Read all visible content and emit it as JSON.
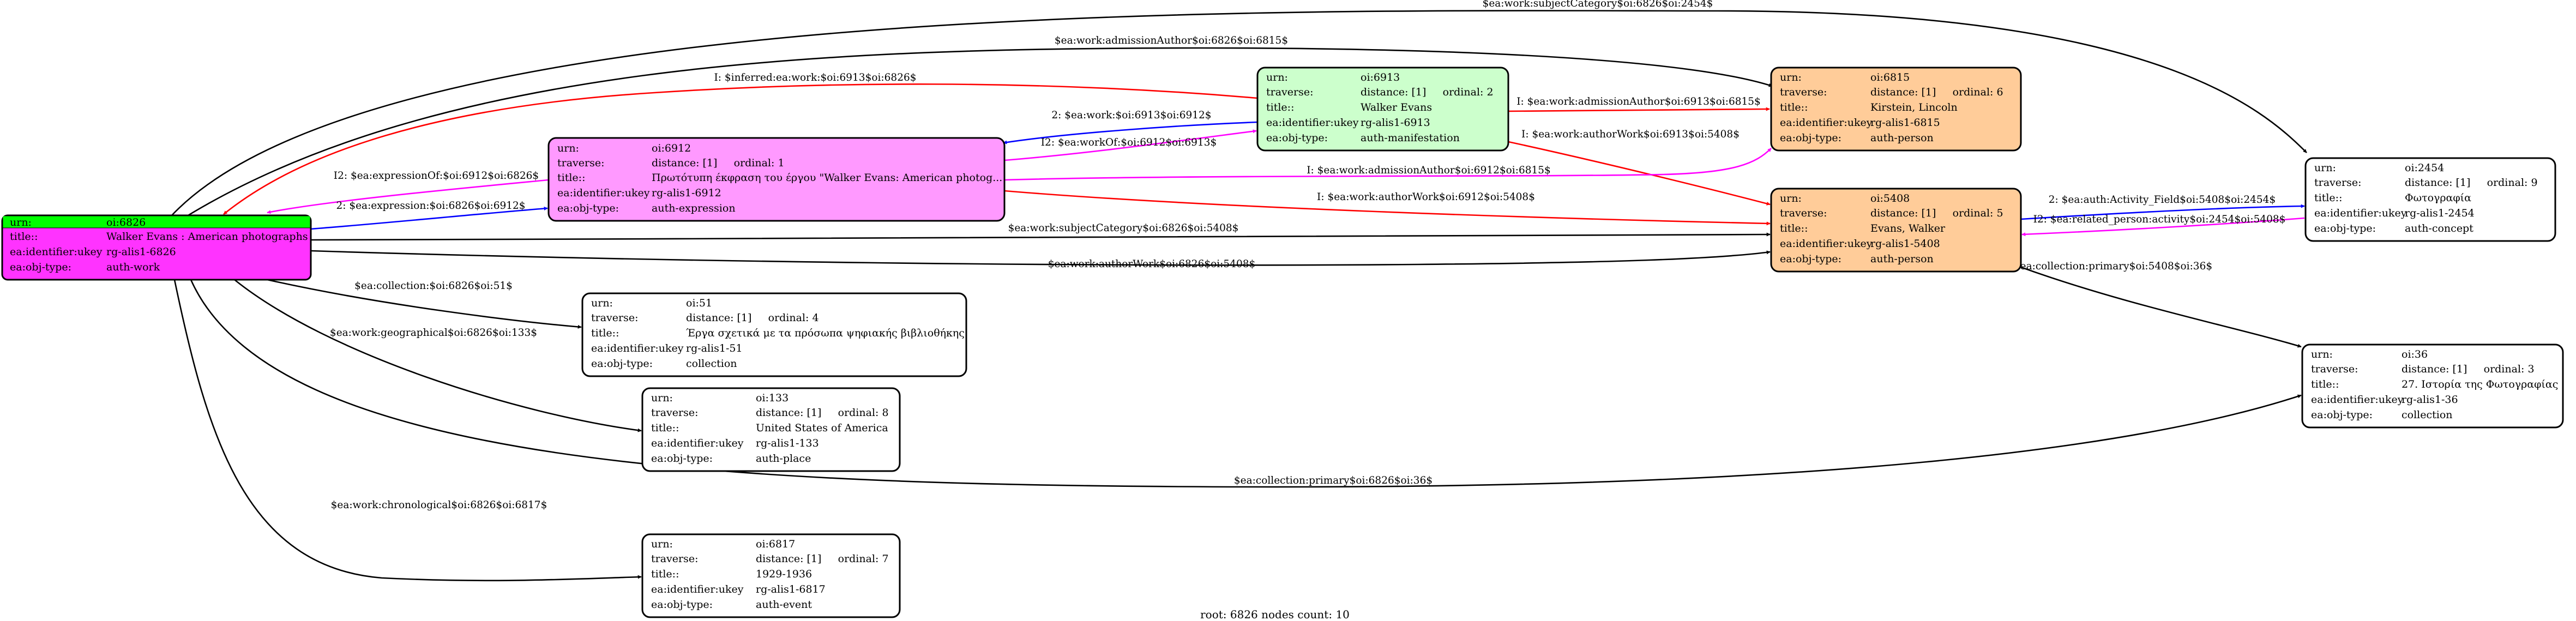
{
  "colors": {
    "root_fill": "#ff33ff",
    "root_header": "#00ff00",
    "expression_fill": "#ff99ff",
    "manifestation_fill": "#ccffcc",
    "person_fill": "#ffcc99",
    "plain_fill": "#ffffff",
    "edge_black": "#000000",
    "edge_red": "#ff0000",
    "edge_blue": "#0000ff",
    "edge_magenta": "#ff00ff"
  },
  "keys": {
    "urn": "urn:",
    "traverse": "traverse:",
    "title": "title::",
    "identifier": "ea:identifier:ukey",
    "objtype": "ea:obj-type:"
  },
  "nodes": {
    "n6826": {
      "urn": "oi:6826",
      "title": "Walker Evans : American photographs",
      "identifier": "rg-alis1-6826",
      "objtype": "auth-work"
    },
    "n6912": {
      "urn": "oi:6912",
      "traverse": "distance: [1]     ordinal: 1",
      "title": "Πρωτότυπη έκφραση του έργου \"Walker Evans: American photog...",
      "identifier": "rg-alis1-6912",
      "objtype": "auth-expression"
    },
    "n6913": {
      "urn": "oi:6913",
      "traverse": "distance: [1]     ordinal: 2",
      "title": "Walker Evans",
      "identifier": "rg-alis1-6913",
      "objtype": "auth-manifestation"
    },
    "n6815": {
      "urn": "oi:6815",
      "traverse": "distance: [1]     ordinal: 6",
      "title": "Kirstein, Lincoln",
      "identifier": "rg-alis1-6815",
      "objtype": "auth-person"
    },
    "n5408": {
      "urn": "oi:5408",
      "traverse": "distance: [1]     ordinal: 5",
      "title": "Evans, Walker",
      "identifier": "rg-alis1-5408",
      "objtype": "auth-person"
    },
    "n2454": {
      "urn": "oi:2454",
      "traverse": "distance: [1]     ordinal: 9",
      "title": "Φωτογραφία",
      "identifier": "rg-alis1-2454",
      "objtype": "auth-concept"
    },
    "n36": {
      "urn": "oi:36",
      "traverse": "distance: [1]     ordinal: 3",
      "title": "27. Ιστορία της Φωτογραφίας",
      "identifier": "rg-alis1-36",
      "objtype": "collection"
    },
    "n51": {
      "urn": "oi:51",
      "traverse": "distance: [1]     ordinal: 4",
      "title": "Έργα σχετικά με τα πρόσωπα ψηφιακής βιβλιοθήκης",
      "identifier": "rg-alis1-51",
      "objtype": "collection"
    },
    "n133": {
      "urn": "oi:133",
      "traverse": "distance: [1]     ordinal: 8",
      "title": "United States of America",
      "identifier": "rg-alis1-133",
      "objtype": "auth-place"
    },
    "n6817": {
      "urn": "oi:6817",
      "traverse": "distance: [1]     ordinal: 7",
      "title": "1929-1936",
      "identifier": "rg-alis1-6817",
      "objtype": "auth-event"
    }
  },
  "edges": {
    "e_subjcat_2454": "$ea:work:subjectCategory$oi:6826$oi:2454$",
    "e_admauth_6815": "$ea:work:admissionAuthor$oi:6826$oi:6815$",
    "e_inferred": "I: $inferred:ea:work:$oi:6913$oi:6826$",
    "e_work_6913_6912": "2: $ea:work:$oi:6913$oi:6912$",
    "e_workof": "I2: $ea:workOf:$oi:6912$oi:6913$",
    "e_i_adm_6913": "I: $ea:work:admissionAuthor$oi:6913$oi:6815$",
    "e_i_auth_6913": "I: $ea:work:authorWork$oi:6913$oi:5408$",
    "e_expressionof": "I2: $ea:expressionOf:$oi:6912$oi:6826$",
    "e_expression": "2: $ea:expression:$oi:6826$oi:6912$",
    "e_i_adm_6912": "I: $ea:work:admissionAuthor$oi:6912$oi:6815$",
    "e_i_auth_6912": "I: $ea:work:authorWork$oi:6912$oi:5408$",
    "e_subjcat_5408": "$ea:work:subjectCategory$oi:6826$oi:5408$",
    "e_authwork_5408": "$ea:work:authorWork$oi:6826$oi:5408$",
    "e_activity": "2: $ea:auth:Activity_Field$oi:5408$oi:2454$",
    "e_related": "I2: $ea:related_person:activity$oi:2454$oi:5408$",
    "e_colprim_5408": "$ea:collection:primary$oi:5408$oi:36$",
    "e_collection_51": "$ea:collection:$oi:6826$oi:51$",
    "e_geo_133": "$ea:work:geographical$oi:6826$oi:133$",
    "e_colprim_6826": "$ea:collection:primary$oi:6826$oi:36$",
    "e_chrono_6817": "$ea:work:chronological$oi:6826$oi:6817$"
  },
  "footer": "root: 6826 nodes count: 10"
}
